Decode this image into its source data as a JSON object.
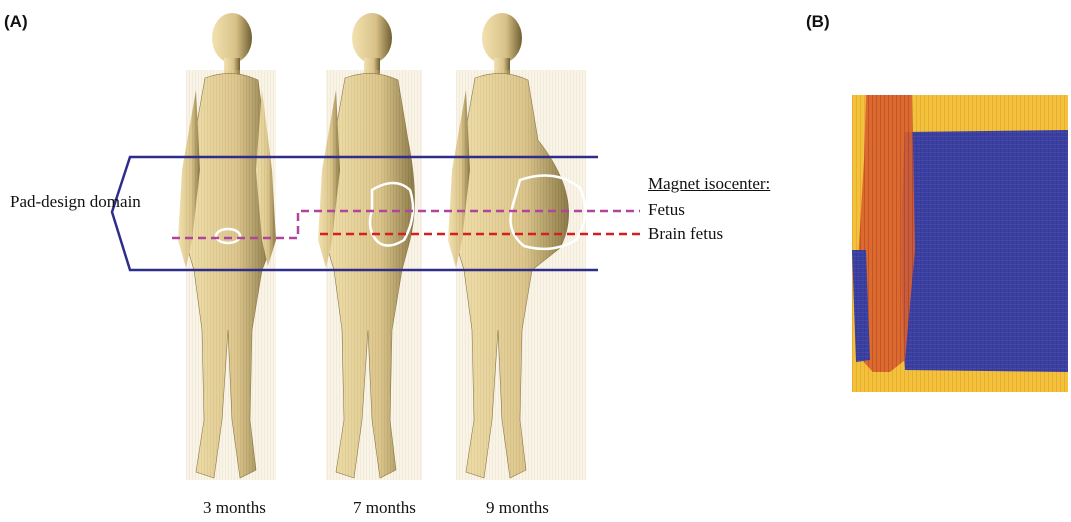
{
  "panels": {
    "a_label": "(A)",
    "b_label": "(B)"
  },
  "annotations": {
    "domain_label": "Pad-design domain",
    "isocenter_heading": "Magnet isocenter:",
    "isocenter_options": [
      "Fetus",
      "Brain fetus"
    ]
  },
  "models": [
    "3 months",
    "7 months",
    "9 months"
  ],
  "colors": {
    "domain_box": "#2e2e8a",
    "fetus_line": "#b0459e",
    "brain_line": "#d42020",
    "skin": "#e9d49a",
    "skin_shadow": "#7a6a3a",
    "field_blue": "#3b3fa0",
    "field_yellow": "#f2c23a",
    "field_red": "#c03a2a"
  }
}
